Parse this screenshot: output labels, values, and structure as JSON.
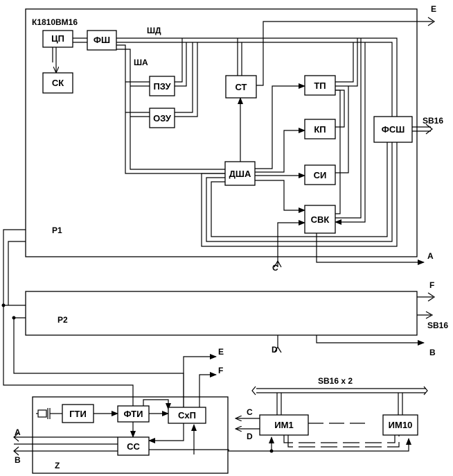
{
  "blocks": {
    "cp": "ЦП",
    "fsh": "ФШ",
    "sk": "СК",
    "pzu": "ПЗУ",
    "ozu": "ОЗУ",
    "st": "СТ",
    "tp": "ТП",
    "kp": "КП",
    "si": "СИ",
    "dsha": "ДША",
    "svk": "СВК",
    "fssh": "ФСШ",
    "gti": "ГТИ",
    "fti": "ФТИ",
    "shp": "СхП",
    "cc": "СС",
    "im1": "ИМ1",
    "im10": "ИМ10"
  },
  "labels": {
    "cpu_model": "К1810ВМ16",
    "data_bus": "ШД",
    "address_bus": "ША",
    "p1": "Р1",
    "p2": "Р2",
    "z": "Z",
    "sb16": "SB16",
    "sb16x2": "SB16 x 2",
    "e": "E",
    "a": "A",
    "c": "C",
    "f": "F",
    "d": "D",
    "b": "B"
  }
}
